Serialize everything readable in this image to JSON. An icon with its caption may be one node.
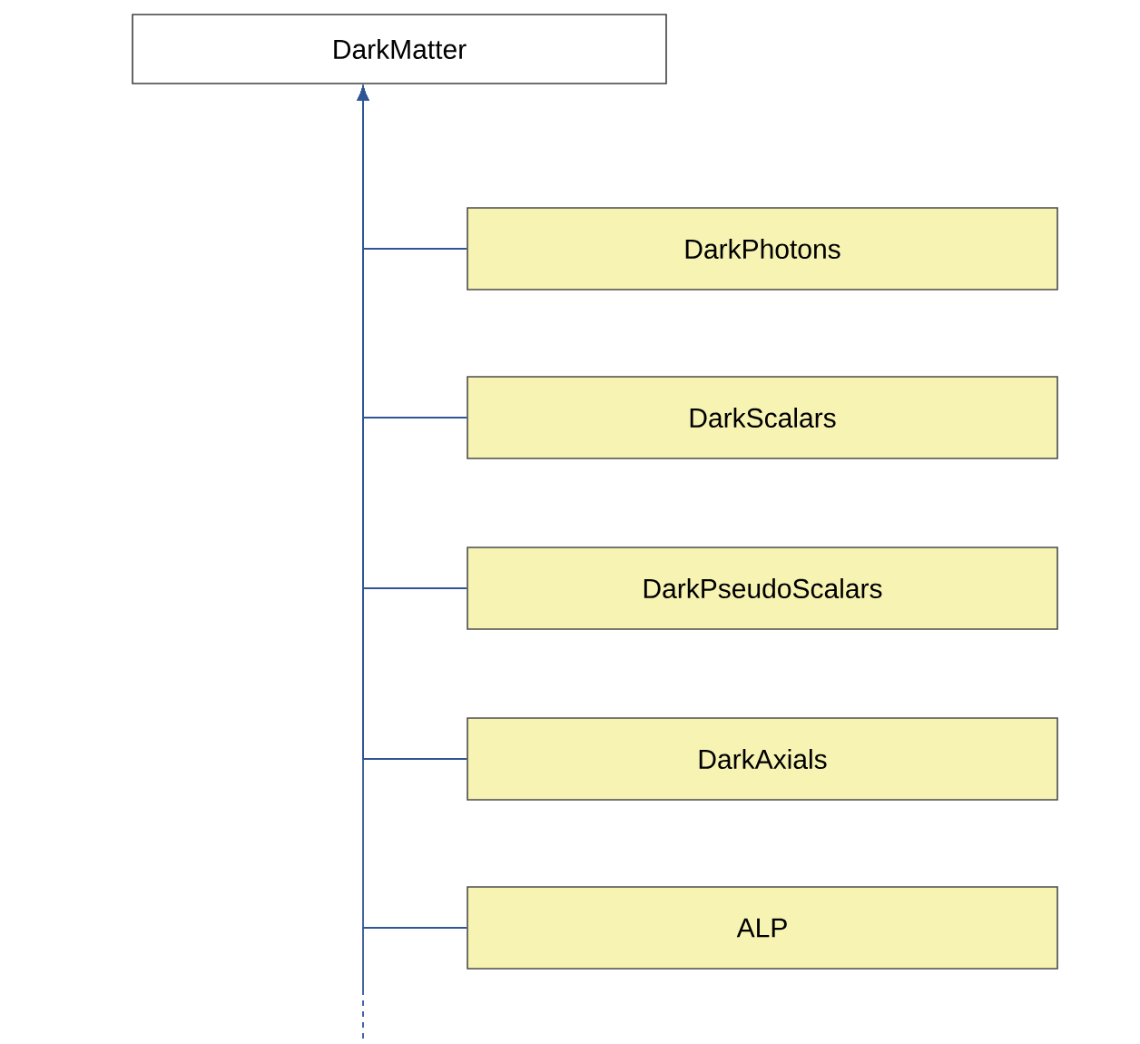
{
  "diagram": {
    "nodes": [
      {
        "text": [
          "DarkMatter"
        ]
      },
      {
        "text": [
          "DarkPhotons"
        ]
      },
      {
        "text": [
          "DarkScalars"
        ]
      },
      {
        "text": [
          "DarkPseudoScalars"
        ]
      },
      {
        "text": [
          "DarkAxials"
        ]
      },
      {
        "text": [
          "ALP"
        ]
      }
    ],
    "edges": [
      {
        "from": 1,
        "to": 0,
        "arrow": "to"
      },
      {
        "from": 2,
        "to": 0,
        "arrow": "to"
      },
      {
        "from": 3,
        "to": 0,
        "arrow": "to"
      },
      {
        "from": 4,
        "to": 0,
        "arrow": "to"
      },
      {
        "from": 5,
        "to": 0,
        "arrow": "to"
      }
    ]
  }
}
